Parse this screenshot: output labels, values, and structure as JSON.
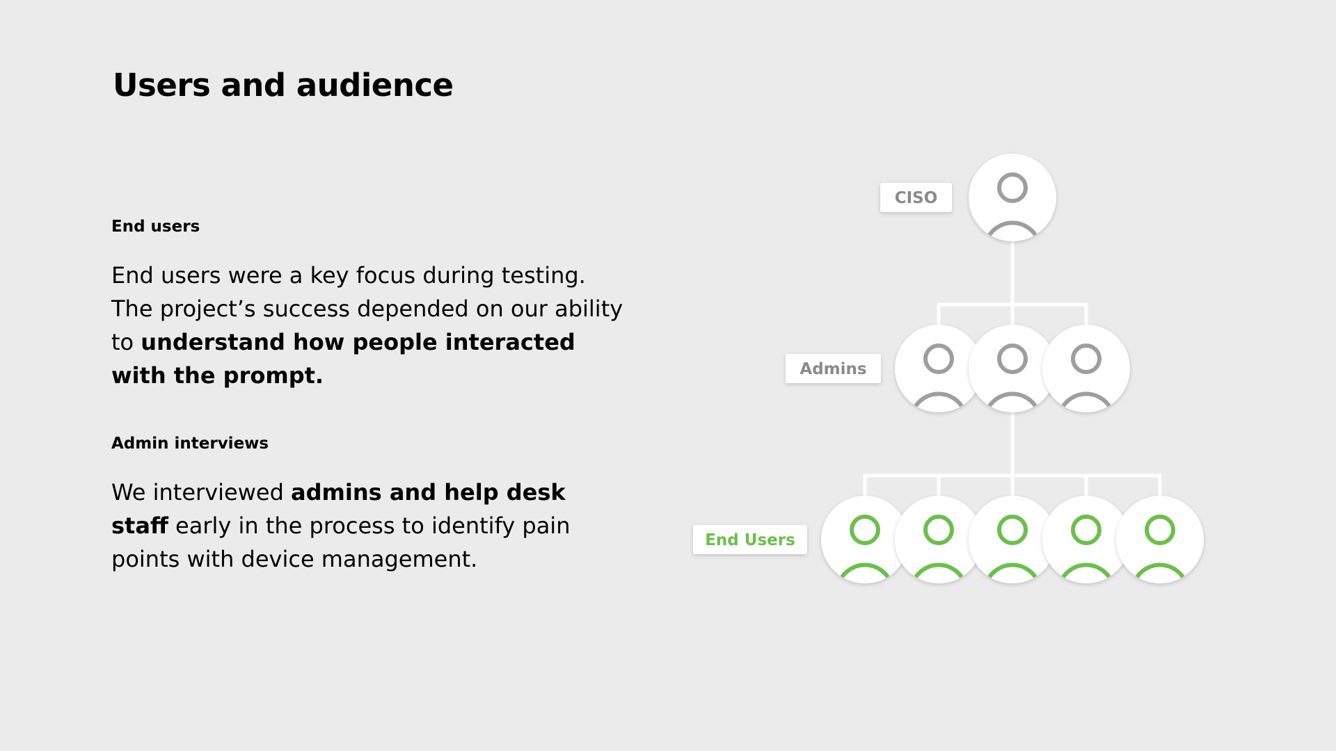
{
  "page": {
    "title": "Users and audience"
  },
  "sections": [
    {
      "heading": "End users",
      "body_parts": [
        {
          "text": "End users were a key focus during testing. The project’s success depended on our ability to ",
          "bold": false
        },
        {
          "text": "understand how people interacted with the prompt.",
          "bold": true
        }
      ]
    },
    {
      "heading": "Admin interviews",
      "body_parts": [
        {
          "text": "We interviewed ",
          "bold": false
        },
        {
          "text": "admins and help desk staff",
          "bold": true
        },
        {
          "text": " early in the process to identify pain points with device management.",
          "bold": false
        }
      ]
    }
  ],
  "diagram": {
    "levels": [
      {
        "label": "CISO",
        "count": 1,
        "label_color": "#8a8a8a",
        "icon_color": "#9e9e9e",
        "icon": "person-icon"
      },
      {
        "label": "Admins",
        "count": 3,
        "label_color": "#8a8a8a",
        "icon_color": "#9e9e9e",
        "icon": "person-icon"
      },
      {
        "label": "End Users",
        "count": 5,
        "label_color": "#6cbf4b",
        "icon_color": "#6cbf4b",
        "icon": "person-icon"
      }
    ],
    "connector_color": "#ffffff",
    "circle_fill": "#ffffff"
  }
}
